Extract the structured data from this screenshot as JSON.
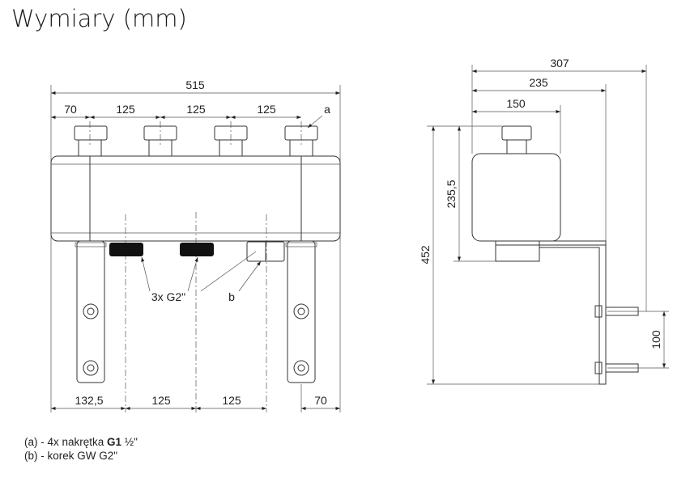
{
  "title": "Wymiary (mm)",
  "front_view": {
    "overall_width": "515",
    "top_dims": [
      "70",
      "125",
      "125",
      "125"
    ],
    "bottom_dims": [
      "132,5",
      "125",
      "125",
      "70"
    ],
    "label_a": "a",
    "label_plugs": "3x G2\"",
    "label_b": "b"
  },
  "side_view": {
    "dims_horizontal": [
      "307",
      "235",
      "150"
    ],
    "dim_height_body": "235,5",
    "dim_height_total": "452",
    "dim_bolt_spacing": "100"
  },
  "legend": [
    {
      "prefix": "(a) - 4x nakrętka ",
      "bold": "G1",
      "suffix": " ½\""
    },
    {
      "prefix": "(b) - korek GW G2\"",
      "bold": "",
      "suffix": ""
    }
  ]
}
